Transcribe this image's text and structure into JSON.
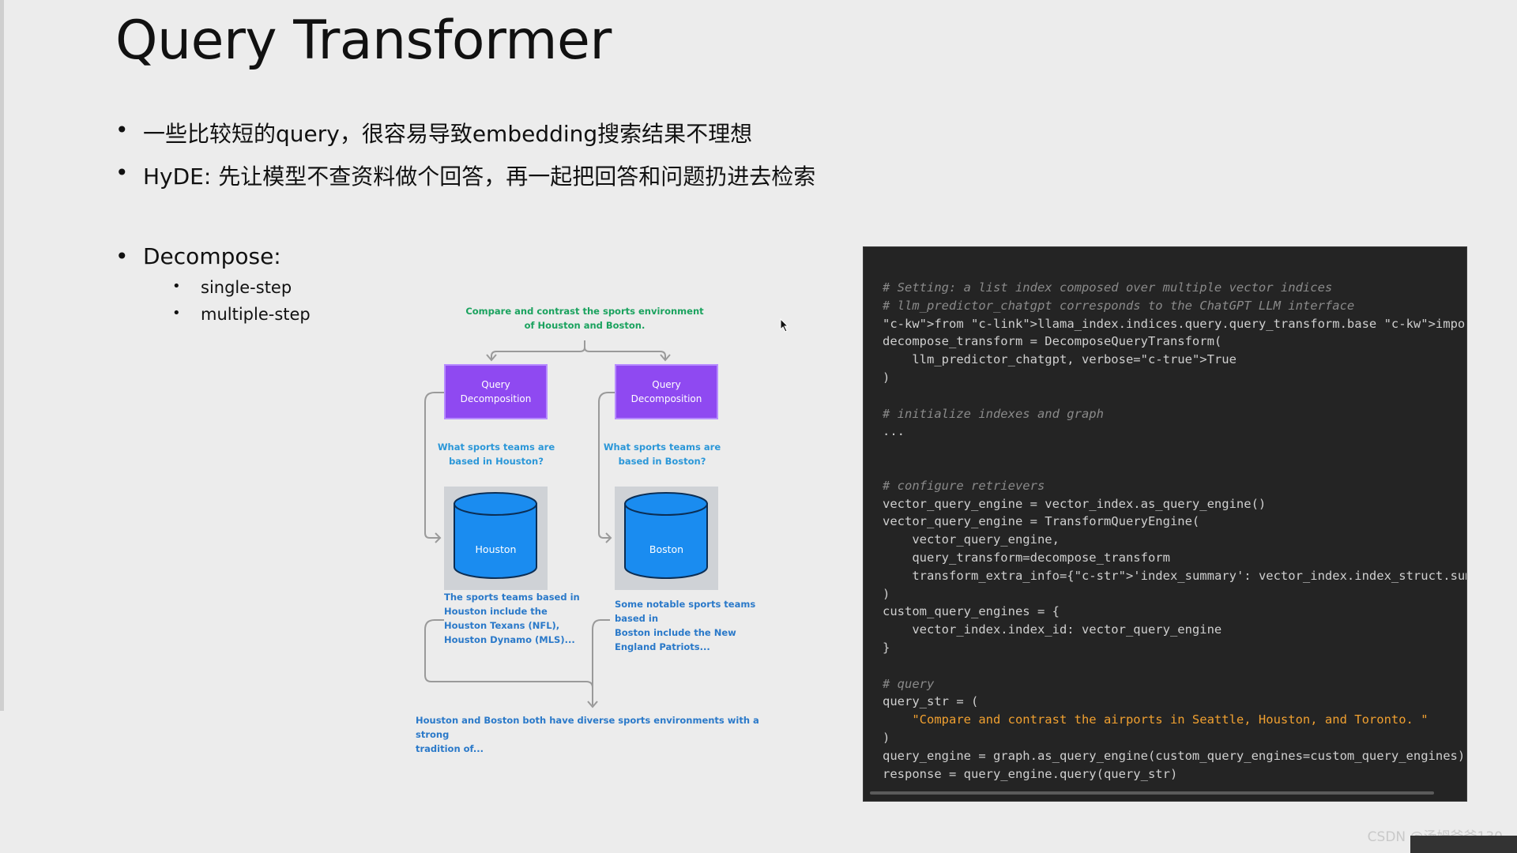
{
  "slide": {
    "title": "Query Transformer",
    "bullets": [
      "一些比较短的query，很容易导致embedding搜索结果不理想",
      "HyDE: 先让模型不查资料做个回答，再一起把回答和问题扔进去检索",
      "Decompose:"
    ],
    "sub_bullets": [
      "single-step",
      "multiple-step"
    ]
  },
  "diagram": {
    "top_prompt": [
      "Compare and contrast the sports environment",
      "of Houston and Boston."
    ],
    "left_box": [
      "Query",
      "Decomposition"
    ],
    "right_box": [
      "Query",
      "Decomposition"
    ],
    "left_question": [
      "What sports teams are",
      "based in Houston?"
    ],
    "right_question": [
      "What sports teams are",
      "based in Boston?"
    ],
    "left_db": "Houston",
    "right_db": "Boston",
    "left_answer": [
      "The sports teams based in",
      "Houston include the",
      "Houston Texans (NFL),",
      "Houston Dynamo (MLS)..."
    ],
    "right_answer": [
      "Some notable sports teams based in",
      "Boston include the New",
      "England Patriots..."
    ],
    "final_answer": [
      "Houston and Boston both have diverse sports environments with a strong",
      "tradition of..."
    ],
    "colors": {
      "box_purple": "#8f49f1",
      "db_blue": "#1a8cf0",
      "green_text": "#1aa25e",
      "blue_text": "#2b97d8"
    }
  },
  "code": {
    "lines": [
      "# Setting: a list index composed over multiple vector indices",
      "# llm_predictor_chatgpt corresponds to the ChatGPT LLM interface",
      "from llama_index.indices.query.query_transform.base import DecomposeQueryTransfo",
      "decompose_transform = DecomposeQueryTransform(",
      "    llm_predictor_chatgpt, verbose=True",
      ")",
      "",
      "# initialize indexes and graph",
      "...",
      "",
      "",
      "# configure retrievers",
      "vector_query_engine = vector_index.as_query_engine()",
      "vector_query_engine = TransformQueryEngine(",
      "    vector_query_engine,",
      "    query_transform=decompose_transform",
      "    transform_extra_info={'index_summary': vector_index.index_struct.summary}",
      ")",
      "custom_query_engines = {",
      "    vector_index.index_id: vector_query_engine",
      "}",
      "",
      "# query",
      "query_str = (",
      "    \"Compare and contrast the airports in Seattle, Houston, and Toronto. \"",
      ")",
      "query_engine = graph.as_query_engine(custom_query_engines=custom_query_engines)",
      "response = query_engine.query(query_str)"
    ],
    "colors": {
      "background": "#242424",
      "comment": "#8a8a8a",
      "keyword": "#8bc34a",
      "string": "#f0a030",
      "link": "#4f9ef5"
    }
  },
  "watermark": "CSDN @汤姆爸爸130"
}
